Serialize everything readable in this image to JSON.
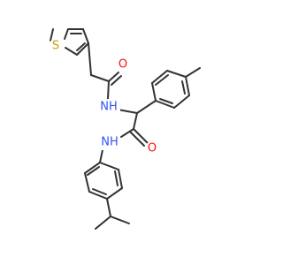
{
  "colors": {
    "bond": "#333333",
    "carbon": "#333333",
    "nitrogen": "#3050F8",
    "oxygen": "#FF0D0D",
    "sulfur": "#C8A000",
    "background": "#ffffff"
  },
  "atoms": {
    "s": "S",
    "o_amide1": "O",
    "nh_amide1": "NH",
    "o_amide2": "O",
    "nh_amide2": "NH"
  }
}
